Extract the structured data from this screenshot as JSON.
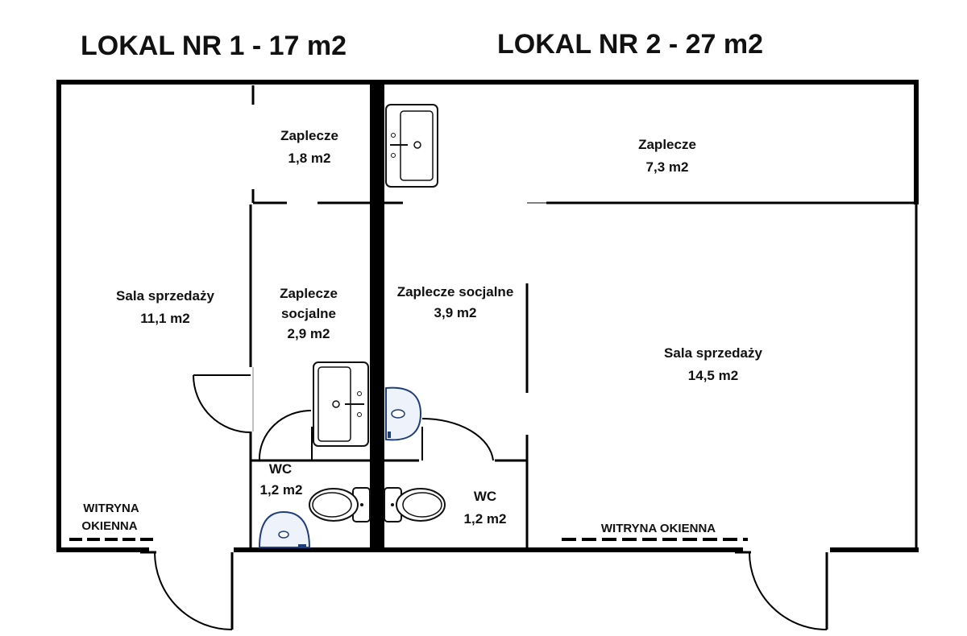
{
  "units": [
    {
      "title": "LOKAL NR 1 - 17 m2"
    },
    {
      "title": "LOKAL NR 2 - 27 m2"
    }
  ],
  "rooms": {
    "l1_zaplecze": {
      "name": "Zaplecze",
      "area": "1,8 m2"
    },
    "l1_sala": {
      "name": "Sala sprzedaży",
      "area": "11,1 m2"
    },
    "l1_socjalne": {
      "name_1": "Zaplecze",
      "name_2": "socjalne",
      "area": "2,9 m2"
    },
    "l1_wc": {
      "name": "WC",
      "area": "1,2 m2"
    },
    "l2_zaplecze": {
      "name": "Zaplecze",
      "area": "7,3 m2"
    },
    "l2_socjalne": {
      "name": "Zaplecze socjalne",
      "area": "3,9 m2"
    },
    "l2_sala": {
      "name": "Sala sprzedaży",
      "area": "14,5 m2"
    },
    "l2_wc": {
      "name": "WC",
      "area": "1,2 m2"
    }
  },
  "windows": {
    "l1": {
      "line_1": "WITRYNA",
      "line_2": "OKIENNA"
    },
    "l2": {
      "label": "WITRYNA OKIENNA"
    }
  }
}
